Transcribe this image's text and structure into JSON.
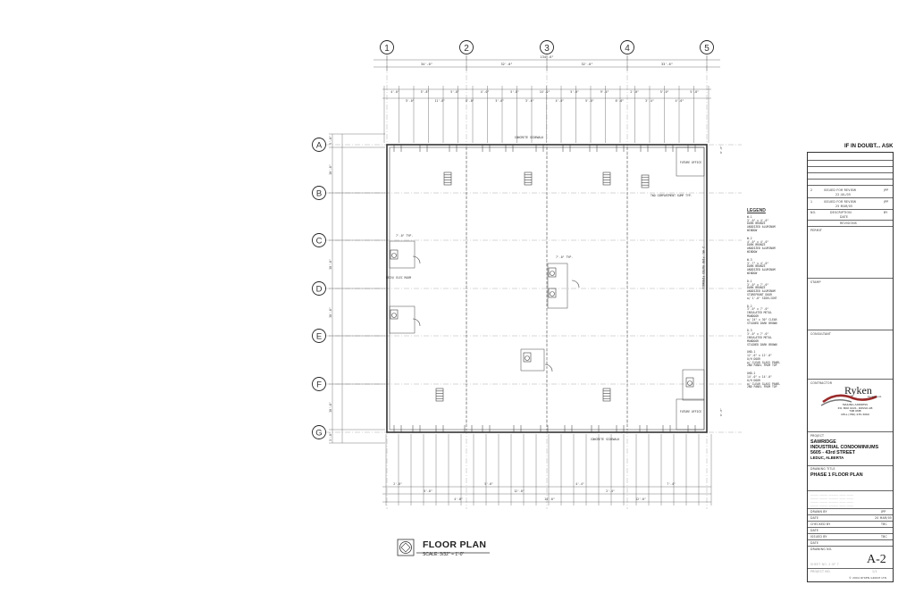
{
  "gridlines": {
    "columns": [
      "1",
      "2",
      "3",
      "4",
      "5"
    ],
    "rows": [
      "A",
      "B",
      "C",
      "D",
      "E",
      "F",
      "G"
    ]
  },
  "dimensions": {
    "overall": "134'-6\"",
    "bays": [
      "34'-0\"",
      "32'-0\"",
      "32'-0\"",
      "33'-6\""
    ],
    "top_openings": [
      "4'-0\"",
      "5'-0\"",
      "5'-8\"",
      "11'-8\"",
      "5'-8\"",
      "8'-0\"",
      "4'-0\"",
      "5'-0\"",
      "5'-8\"",
      "3'-6\"",
      "14'-0\"",
      "4'-0\"",
      "5'-0\"",
      "5'-8\"",
      "9'-4\"",
      "8'-0\"",
      "2'-0\"",
      "3'-4\"",
      "5'-0\"",
      "4'-0\"",
      "5'-8\""
    ],
    "left_rows": [
      "5'-0\"",
      "30'-0\"",
      "30'-0\"",
      "30'-0\"",
      "30'-0\"",
      "5'-0\""
    ],
    "bottom_openings": [
      "2'-0\"",
      "5'-8\"",
      "4'-8\"",
      "5'-0\"",
      "12'-0\"",
      "14'-0\"",
      "4'-4\"",
      "2'-4\"",
      "12'-0\"",
      "7'-4\""
    ]
  },
  "plan_labels": {
    "sidewalk_top": "CONCRETE SIDEWALK",
    "sidewalk_bottom": "CONCRETE SIDEWALK",
    "firewall": "2 HR. FIRE RATED FIREWALL",
    "future_office_1": "FUTURE OFFICE",
    "future_office_2": "FUTURE OFFICE",
    "two_compartment": "TWO COMPARTMENT SUMP TYP.",
    "mech_room": "MECH/ ELEC ROOM",
    "typ_1": "7'-0\" TYP.",
    "typ_2": "7'-0\" TYP."
  },
  "legend": {
    "title": "LEGEND",
    "items": [
      "W-1\n3'-0\" x 4'-0\"\nDARK BRONZE\nANODIZED ALUMINUM\nWINDOW",
      "W-2\n4'-0\" x 4'-0\"\nDARK BRONZE\nANODIZED ALUMINUM\nWINDOW",
      "W-3\n3'-7\" x 4'-0\"\nDARK BRONZE\nANODIZED ALUMINUM\nWINDOW",
      "D-1\n3'-0\" x 7'-0\"\nDARK BRONZE\nANODIZED ALUMINUM\nSTOREFRONT DOOR\nw/ 1'-0\" SIDELIGHT",
      "D-2\n3'-0\" x 7'-0\"\nINSULATED METAL\nMANDOOR\nw/ 24\" x 30\" CLEAR\nSTAINED DARK BROWN",
      "D-3\n3'-0\" x 7'-0\"\nINSULATED METAL\nMANDOOR\nSTAINED DARK BROWN",
      "OHD-1\n12'-0\" x 12'-0\"\nO/H DOOR\nw/ CLEAR GLASS PANEL\n2ND PANEL FROM TOP",
      "OHD-2\n14'-0\" x 14'-0\"\nO/H DOOR\nw/ CLEAR GLASS PANEL\n2ND PANEL FROM TOP"
    ]
  },
  "title_block": {
    "if_in_doubt": "IF IN DOUBT... ASK",
    "revisions": [
      {
        "no": "2",
        "desc": "ISSUED FOR REVIEW",
        "date": "22 JUL/05",
        "by": "JPP"
      },
      {
        "no": "1",
        "desc": "ISSUED FOR REVIEW",
        "date": "25 MAR/05",
        "by": "JPP"
      }
    ],
    "rev_header": {
      "no": "No.",
      "desc": "DESCRIPTION",
      "date": "DATE",
      "by": "BY"
    },
    "revisions_label": "REVISIONS",
    "permit_label": "PERMIT",
    "stamp_label": "STAMP",
    "consultant_label": "CONSULTANT",
    "contractor_label": "CONTRACTOR",
    "company": "Ryken",
    "company_sub": "Group Ltd.",
    "company_address": [
      "MAILING ADDRESS",
      "P.O. BOX 6221, ROSSO AB",
      "T4B 0M8",
      "CELL (780) 235-3060"
    ],
    "project_label": "PROJECT",
    "project_lines": [
      "SAWRIDGE",
      "INDUSTRIAL CONDOMINIUMS",
      "5605 - 43rd STREET",
      "LEDUC, ALBERTA"
    ],
    "drawing_title_label": "DRAWING TITLE",
    "drawing_title": "PHASE 1 FLOOR PLAN",
    "fields": [
      {
        "label": "DRAWN BY",
        "value": "JPP"
      },
      {
        "label": "DATE",
        "value": "20 MAR/05"
      },
      {
        "label": "CHECKED BY",
        "value": "TBC"
      },
      {
        "label": "DATE",
        "value": ""
      },
      {
        "label": "ISSUED BY",
        "value": "TBC"
      },
      {
        "label": "DATE",
        "value": ""
      }
    ],
    "drawing_no_label": "DRAWING No.",
    "drawing_no": "A-2",
    "sheet_label": "SHEET No. 2 of 7",
    "project_no_label": "PROJECT No.",
    "project_no": "1/1",
    "copyright": "© 2004 RYKEN GROUP LTD."
  },
  "caption": {
    "title": "FLOOR PLAN",
    "scale": "SCALE: 3/32\" = 1'-0\""
  }
}
